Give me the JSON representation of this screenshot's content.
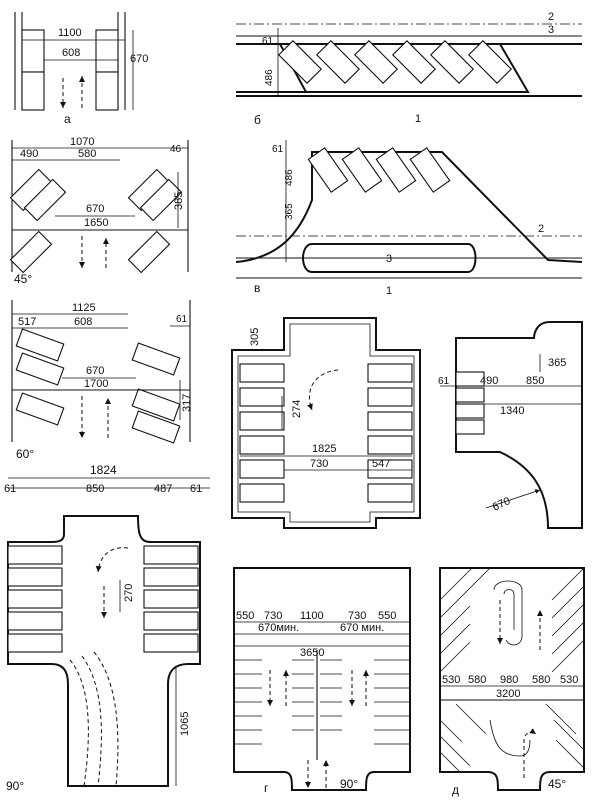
{
  "panels": {
    "a": {
      "letter": "а",
      "dims": [
        "1100",
        "608",
        "670"
      ]
    },
    "b": {
      "letter": "б",
      "dims": [
        "61",
        "486"
      ],
      "refs": [
        "2",
        "3",
        "1"
      ]
    },
    "c": {
      "angle": "45°",
      "dims": [
        "1070",
        "490",
        "580",
        "46",
        "670",
        "1650",
        "385"
      ]
    },
    "v": {
      "letter": "в",
      "dims": [
        "61",
        "486",
        "365"
      ],
      "refs": [
        "2",
        "3",
        "1"
      ]
    },
    "e": {
      "angle": "60°",
      "dims": [
        "1125",
        "517",
        "608",
        "61",
        "670",
        "1700",
        "317"
      ]
    },
    "f": {
      "dims": [
        "305",
        "274",
        "1825",
        "730",
        "547"
      ]
    },
    "g": {
      "dims": [
        "365",
        "61",
        "490",
        "850",
        "1340",
        "670"
      ]
    },
    "h": {
      "angle": "90°",
      "dims": [
        "1824",
        "61",
        "850",
        "487",
        "61",
        "270",
        "1065"
      ]
    },
    "gg": {
      "letter": "г",
      "angle": "90°",
      "dims": [
        "550",
        "730",
        "1100",
        "730",
        "550",
        "670мин.",
        "670 мин.",
        "3650"
      ]
    },
    "d": {
      "letter": "д",
      "angle": "45°",
      "dims": [
        "530",
        "580",
        "980",
        "580",
        "530",
        "3200"
      ]
    }
  }
}
